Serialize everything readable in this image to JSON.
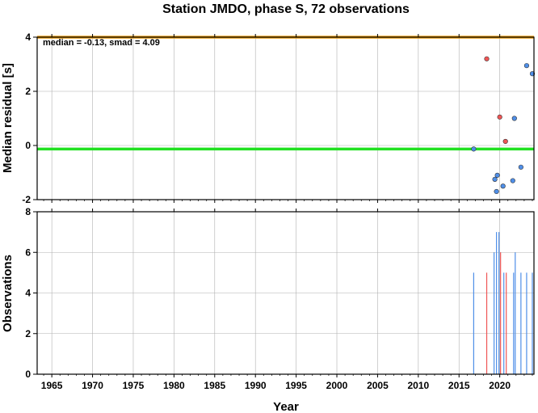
{
  "chart_data": {
    "title": "Station JMDO, phase S, 72 observations",
    "xlabel": "Year",
    "x_ticks": [
      1965,
      1970,
      1975,
      1980,
      1985,
      1990,
      1995,
      2000,
      2005,
      2010,
      2015,
      2020
    ],
    "xlim": [
      1963.2,
      2024.2
    ],
    "colors": {
      "blue": "#4f8fe8",
      "red": "#ef5555",
      "median_line": "#22e022",
      "bound_line": "#e89a10",
      "grid": "#b0b0b0"
    },
    "panels": [
      {
        "type": "scatter",
        "ylabel": "Median residual [s]",
        "ylim": [
          -2,
          4
        ],
        "y_ticks": [
          -2,
          0,
          2,
          4
        ],
        "grid": true,
        "annotation": "median = -0.13, smad = 4.09",
        "hlines": [
          {
            "y": -0.13,
            "color": "green"
          },
          {
            "y": 4,
            "color": "orange"
          }
        ],
        "series": [
          {
            "color": "blue",
            "points": [
              [
                2016.8,
                -0.13
              ],
              [
                2019.4,
                -1.25
              ],
              [
                2019.7,
                -1.1
              ],
              [
                2019.6,
                -1.7
              ],
              [
                2020.4,
                -1.5
              ],
              [
                2021.6,
                -1.3
              ],
              [
                2021.8,
                1.0
              ],
              [
                2022.6,
                -0.8
              ],
              [
                2023.3,
                2.95
              ],
              [
                2024.0,
                2.65
              ]
            ]
          },
          {
            "color": "red",
            "points": [
              [
                2018.4,
                3.2
              ],
              [
                2020.0,
                1.05
              ],
              [
                2020.7,
                0.15
              ]
            ]
          }
        ]
      },
      {
        "type": "bar",
        "ylabel": "Observations",
        "ylim": [
          0,
          8
        ],
        "y_ticks": [
          0,
          2,
          4,
          6,
          8
        ],
        "grid": true,
        "bars": [
          {
            "x": 2016.8,
            "value": 5,
            "color": "blue"
          },
          {
            "x": 2018.4,
            "value": 5,
            "color": "red"
          },
          {
            "x": 2019.3,
            "value": 6,
            "color": "blue"
          },
          {
            "x": 2019.6,
            "value": 7,
            "color": "blue"
          },
          {
            "x": 2019.9,
            "value": 7,
            "color": "blue"
          },
          {
            "x": 2020.1,
            "value": 6,
            "color": "red"
          },
          {
            "x": 2020.5,
            "value": 5,
            "color": "blue"
          },
          {
            "x": 2020.8,
            "value": 5,
            "color": "red"
          },
          {
            "x": 2021.7,
            "value": 5,
            "color": "blue"
          },
          {
            "x": 2021.9,
            "value": 6,
            "color": "blue"
          },
          {
            "x": 2022.6,
            "value": 5,
            "color": "blue"
          },
          {
            "x": 2023.3,
            "value": 5,
            "color": "blue"
          },
          {
            "x": 2024.0,
            "value": 5,
            "color": "blue"
          }
        ]
      }
    ]
  }
}
